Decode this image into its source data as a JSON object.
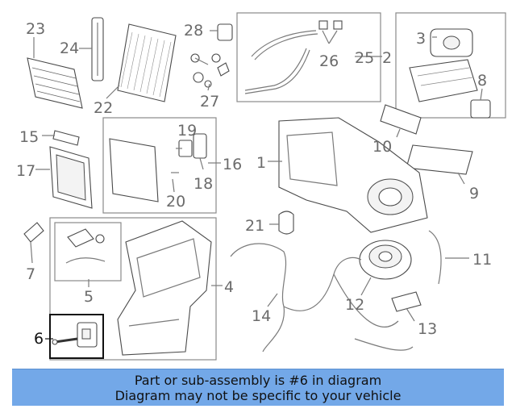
{
  "callouts": [
    "1",
    "2",
    "3",
    "4",
    "5",
    "6",
    "7",
    "8",
    "9",
    "10",
    "11",
    "12",
    "13",
    "14",
    "15",
    "16",
    "17",
    "18",
    "19",
    "20",
    "21",
    "22",
    "23",
    "24",
    "25",
    "26",
    "27",
    "28"
  ],
  "banner": {
    "line1": "Part or sub-assembly is #6 in diagram",
    "line2": "Diagram may not be specific to your vehicle"
  },
  "colors": {
    "banner_bg": "#73a8e8",
    "highlight_box": "#111111",
    "label": "#6b6b6b"
  }
}
